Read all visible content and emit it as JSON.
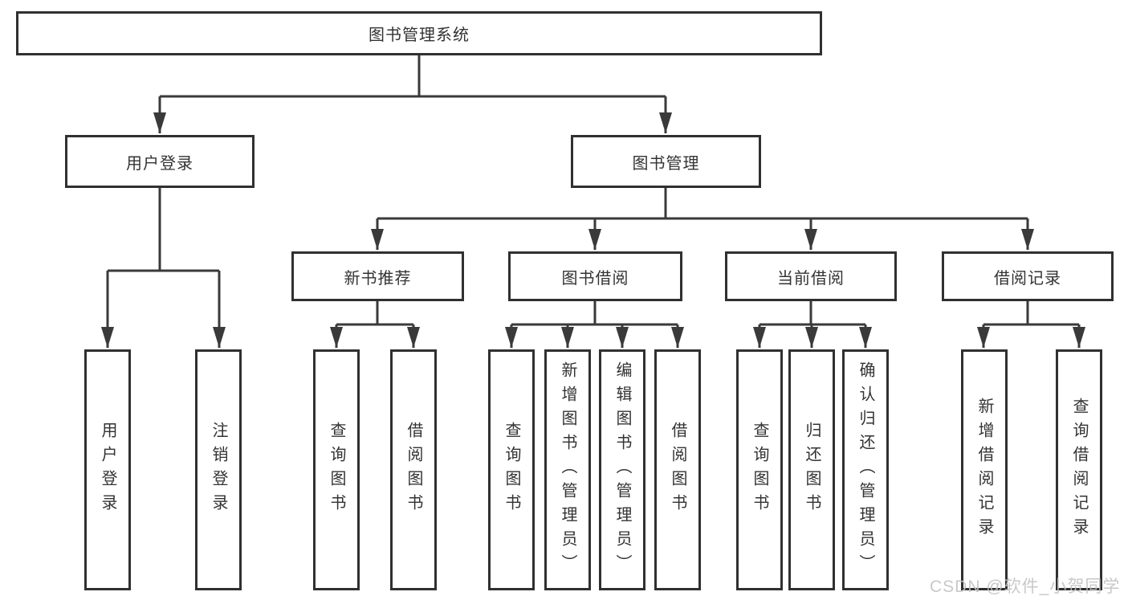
{
  "tree": {
    "root": "图书管理系统",
    "branches": [
      {
        "label": "用户登录",
        "children": [
          {
            "label": "用户登录"
          },
          {
            "label": "注销登录"
          }
        ]
      },
      {
        "label": "图书管理",
        "children": [
          {
            "label": "新书推荐",
            "children": [
              {
                "label": "查询图书"
              },
              {
                "label": "借阅图书"
              }
            ]
          },
          {
            "label": "图书借阅",
            "children": [
              {
                "label": "查询图书"
              },
              {
                "label": "新增图书（管理员）"
              },
              {
                "label": "编辑图书（管理员）"
              },
              {
                "label": "借阅图书"
              }
            ]
          },
          {
            "label": "当前借阅",
            "children": [
              {
                "label": "查询图书"
              },
              {
                "label": "归还图书"
              },
              {
                "label": "确认归还（管理员）"
              }
            ]
          },
          {
            "label": "借阅记录",
            "children": [
              {
                "label": "新增借阅记录"
              },
              {
                "label": "查询借阅记录"
              }
            ]
          }
        ]
      }
    ]
  },
  "watermark": "CSDN @软件_小贺同学",
  "colors": {
    "line": "#3a3a3a",
    "border": "#303030",
    "text": "#333333",
    "watermark": "#c3c3c3"
  }
}
